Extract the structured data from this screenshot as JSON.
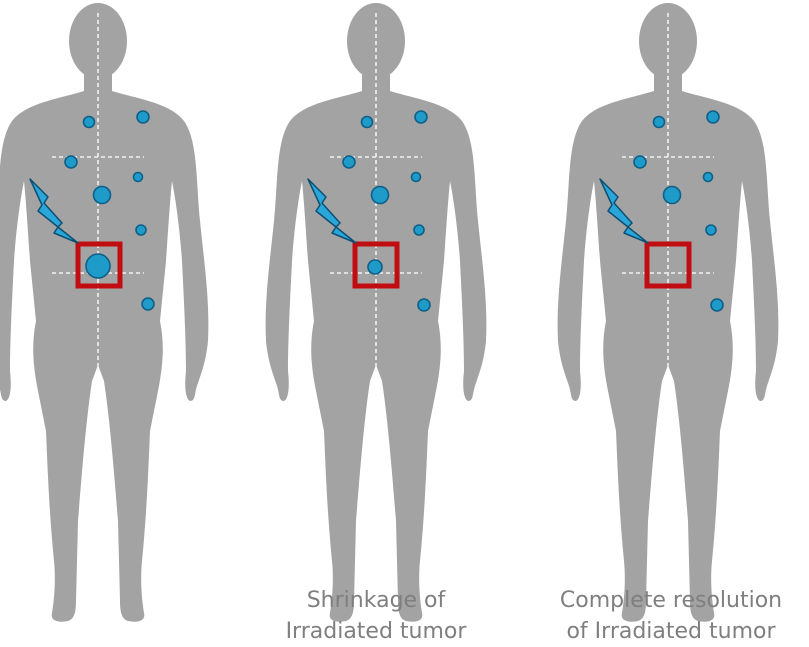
{
  "colors": {
    "body": "#a3a3a3",
    "guide": "#f2f2f2",
    "tumor_fill": "#1e9bc8",
    "tumor_stroke": "#0f5f88",
    "bolt_fill": "#2aa7d8",
    "bolt_stroke": "#0c4f73",
    "target_box": "#c10d12",
    "caption_text": "#7f7f7f"
  },
  "figures": [
    {
      "id": "baseline",
      "irradiated_tumor": "large",
      "caption_lines": []
    },
    {
      "id": "shrinkage",
      "irradiated_tumor": "small",
      "caption_lines": [
        "Shrinkage of",
        "Irradiated tumor"
      ]
    },
    {
      "id": "complete",
      "irradiated_tumor": "none",
      "caption_lines": [
        "Complete resolution",
        "of Irradiated tumor"
      ]
    }
  ],
  "icons": [
    "lightning-bolt-icon",
    "target-box-icon"
  ]
}
